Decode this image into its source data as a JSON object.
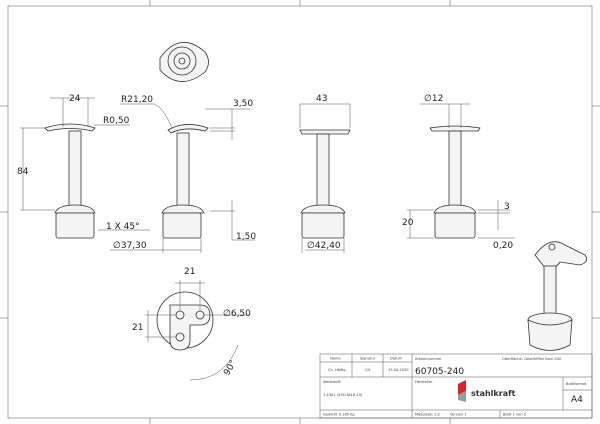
{
  "dimensions": {
    "plate_width": "24",
    "radius_large": "R21,20",
    "plate_thickness": "3,50",
    "radius_small": "R0,50",
    "height": "84",
    "chamfer": "1 X 45°",
    "diameter_collar": "∅37,30",
    "gap": "1,50",
    "width_side": "43",
    "diameter_flange": "∅42,40",
    "diameter_tube": "∅12",
    "collar_height": "20",
    "step": "3",
    "offset": "0,20",
    "hole_spacing_x": "21",
    "hole_diameter": "∅6,50",
    "hole_spacing_y": "21",
    "angle": "90°"
  },
  "title_block": {
    "name_label": "Name",
    "signature_label": "Signatur",
    "date_label": "Datum",
    "name_value": "Ch. Hölfig",
    "signature_value": "CH",
    "date_value": "19.04.2020",
    "article_label": "Artikelnummer",
    "article_number": "60705-240",
    "surface": "Oberfläche: Geschliffen Korn 240",
    "material_label": "Werkstoff:",
    "material_value": "1.4301 (X5CrNi18-10)",
    "manufacturer_label": "Hersteller",
    "logo_text": "stahlkraft",
    "sheet_format_label": "Blattformat",
    "sheet_format": "A4",
    "weight": "Gewicht 0.185 kg",
    "scale": "Massstab: 1:2",
    "version": "Version 1",
    "sheet": "Blatt 1 von 5"
  },
  "colors": {
    "logo_red": "#d6262b",
    "logo_grey": "#9a9a9a"
  }
}
